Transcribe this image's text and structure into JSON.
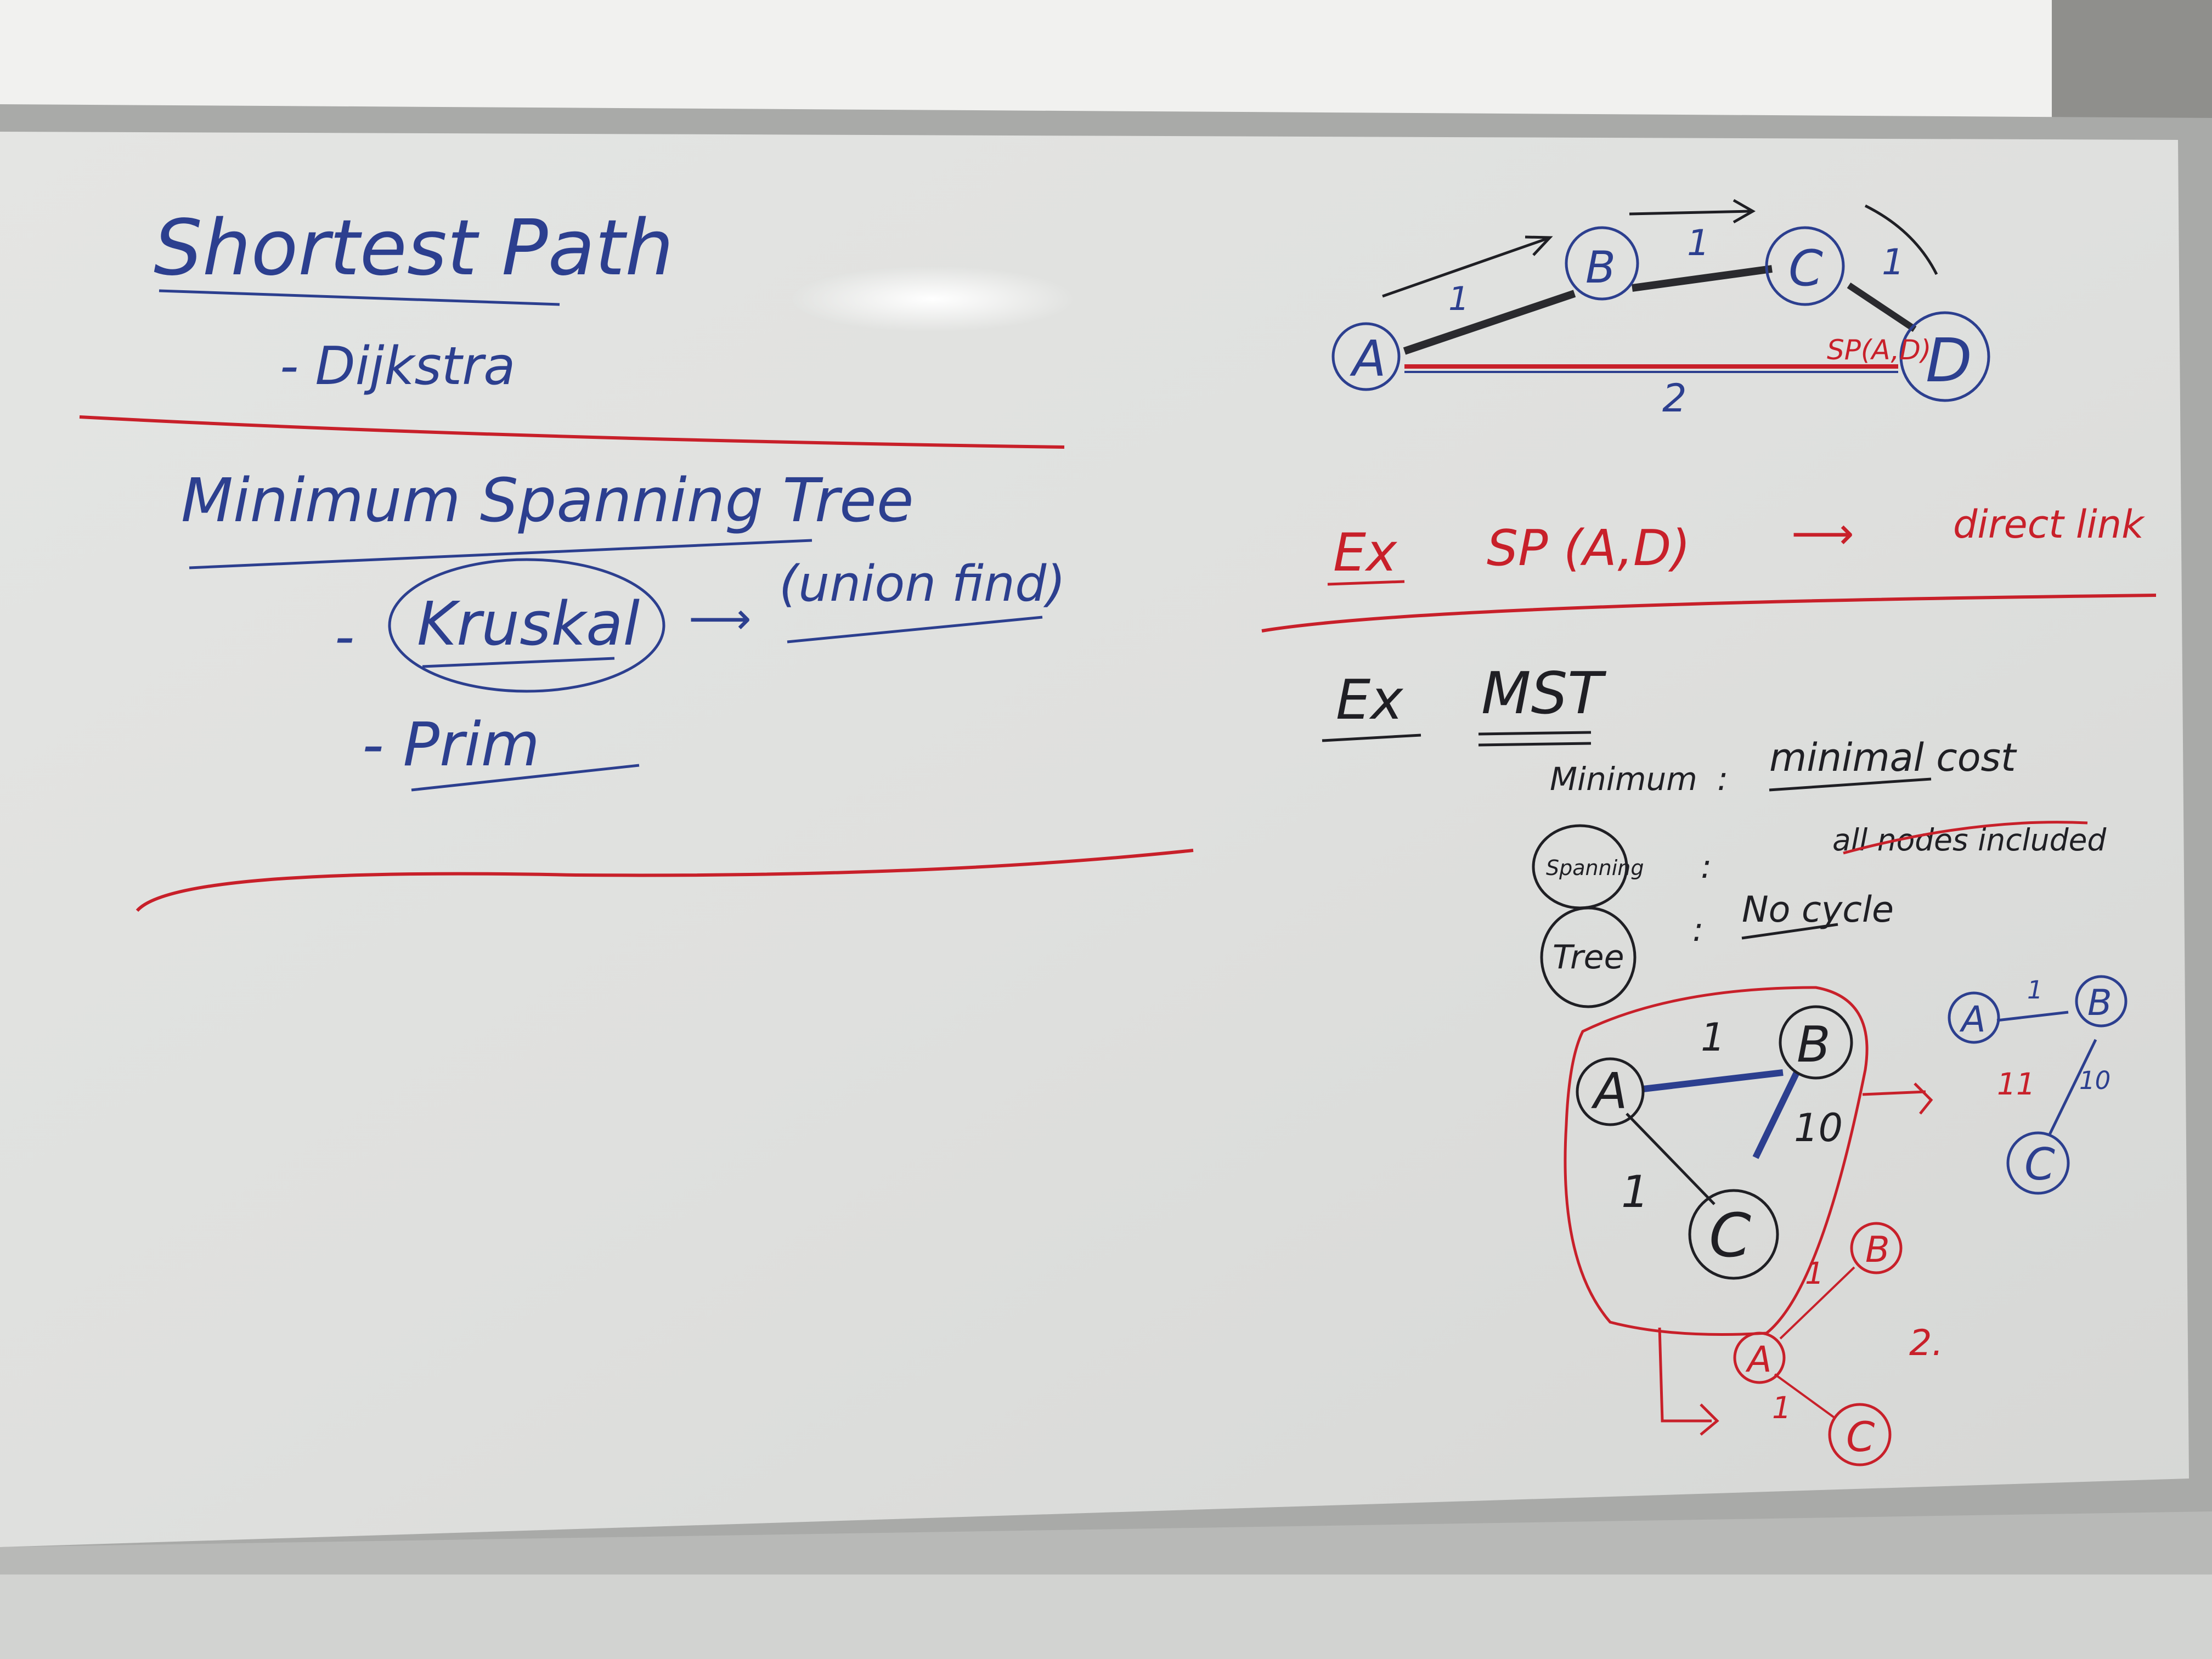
{
  "left": {
    "shortest_path": "Shortest Path",
    "dijkstra": "- Dijkstra",
    "mst": "Minimum Spanning Tree",
    "kruskal_dash": "-",
    "kruskal": "Kruskal",
    "union_find": "(union find)",
    "prim": "- Prim"
  },
  "graph1": {
    "node_a": "A",
    "node_b": "B",
    "node_c": "C",
    "node_d": "D",
    "w_ab": "1",
    "w_bc": "1",
    "w_cd": "1",
    "w_ad": "2",
    "sp_label": "SP(A,D)"
  },
  "ex1": {
    "ex": "Ex",
    "sp": "SP (A,D)",
    "direct_link": "direct link"
  },
  "ex2": {
    "ex": "Ex",
    "mst": "MST",
    "minimum": "Minimum",
    "colon1": ":",
    "minimal_cost": "minimal cost",
    "spanning": "Spanning",
    "colon2": ":",
    "all_nodes": "all nodes included",
    "tree": "Tree",
    "colon3": ":",
    "no_cycle": "No cycle"
  },
  "graph2": {
    "node_a": "A",
    "node_b": "B",
    "node_c": "C",
    "w_ab": "1",
    "w_bc": "10",
    "w_ac": "1"
  },
  "graph3": {
    "node_a": "A",
    "node_b": "B",
    "node_c": "C",
    "w_ab": "1",
    "w_bc": "10",
    "mark": "11"
  },
  "graph4": {
    "node_a": "A",
    "node_b": "B",
    "node_c": "C",
    "w_ab": "1",
    "w_ac": "1",
    "note": "2."
  }
}
